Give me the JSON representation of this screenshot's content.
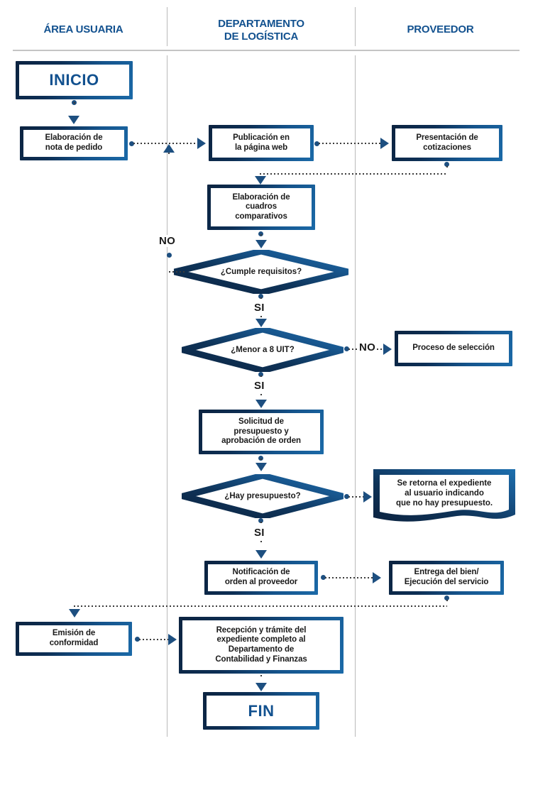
{
  "lanes": [
    {
      "title": "ÁREA USUARIA"
    },
    {
      "title": "DEPARTAMENTO\nDE LOGÍSTICA"
    },
    {
      "title": "PROVEEDOR"
    }
  ],
  "lane_titles": {
    "area_usuaria": "ÁREA USUARIA",
    "departamento_line1": "DEPARTAMENTO",
    "departamento_line2": "DE LOGÍSTICA",
    "proveedor": "PROVEEDOR"
  },
  "nodes": {
    "inicio": "INICIO",
    "nota_pedido_l1": "Elaboración de",
    "nota_pedido_l2": "nota de pedido",
    "publicacion_l1": "Publicación en",
    "publicacion_l2": "la página web",
    "cotizaciones_l1": "Presentación de",
    "cotizaciones_l2": "cotizaciones",
    "cuadros_l1": "Elaboración de",
    "cuadros_l2": "cuadros",
    "cuadros_l3": "comparativos",
    "cumple_requisitos": "¿Cumple requisitos?",
    "menor_8uit": "¿Menor a 8 UIT?",
    "proceso_seleccion": "Proceso de selección",
    "solicitud_l1": "Solicitud de",
    "solicitud_l2": "presupuesto y",
    "solicitud_l3": "aprobación de orden",
    "hay_presupuesto": "¿Hay presupuesto?",
    "retorna_l1": "Se retorna el expediente",
    "retorna_l2": "al usuario indicando",
    "retorna_l3": "que no hay presupuesto.",
    "notificacion_l1": "Notificación de",
    "notificacion_l2": "orden al proveedor",
    "entrega_l1": "Entrega del bien/",
    "entrega_l2": "Ejecución del servicio",
    "emision_l1": "Emisión de",
    "emision_l2": "conformidad",
    "recepcion_l1": "Recepción y trámite del",
    "recepcion_l2": "expediente completo al",
    "recepcion_l3": "Departamento de",
    "recepcion_l4": "Contabilidad y Finanzas",
    "fin": "FIN"
  },
  "branch_labels": {
    "no_requisitos": "NO",
    "si_requisitos": "SI",
    "no_uit": "NO",
    "si_uit": "SI",
    "si_presupuesto": "SI"
  },
  "colors": {
    "header_text": "#12518f",
    "frame_dark": "#0c2340",
    "frame_light": "#1b6aa8",
    "terminal_text": "#12518f",
    "connector": "#3b3b3b",
    "arrow": "#1d4f80",
    "divider": "#b9b9b9",
    "body_text": "#1a1a1a",
    "background": "#ffffff"
  },
  "chart_data": {
    "type": "diagram",
    "title": "Flujograma de proceso de contratación",
    "lanes": [
      "ÁREA USUARIA",
      "DEPARTAMENTO DE LOGÍSTICA",
      "PROVEEDOR"
    ],
    "steps": [
      {
        "id": "inicio",
        "lane": "ÁREA USUARIA",
        "shape": "terminal",
        "label": "INICIO"
      },
      {
        "id": "nota_pedido",
        "lane": "ÁREA USUARIA",
        "shape": "process",
        "label": "Elaboración de nota de pedido"
      },
      {
        "id": "publicacion",
        "lane": "DEPARTAMENTO DE LOGÍSTICA",
        "shape": "process",
        "label": "Publicación en la página web"
      },
      {
        "id": "cotizaciones",
        "lane": "PROVEEDOR",
        "shape": "process",
        "label": "Presentación de cotizaciones"
      },
      {
        "id": "cuadros",
        "lane": "DEPARTAMENTO DE LOGÍSTICA",
        "shape": "process",
        "label": "Elaboración de cuadros comparativos"
      },
      {
        "id": "cumple_requisitos",
        "lane": "DEPARTAMENTO DE LOGÍSTICA",
        "shape": "decision",
        "label": "¿Cumple requisitos?"
      },
      {
        "id": "menor_8uit",
        "lane": "DEPARTAMENTO DE LOGÍSTICA",
        "shape": "decision",
        "label": "¿Menor a 8 UIT?"
      },
      {
        "id": "proceso_seleccion",
        "lane": "PROVEEDOR",
        "shape": "process",
        "label": "Proceso de selección"
      },
      {
        "id": "solicitud",
        "lane": "DEPARTAMENTO DE LOGÍSTICA",
        "shape": "process",
        "label": "Solicitud de presupuesto y aprobación de orden"
      },
      {
        "id": "hay_presupuesto",
        "lane": "DEPARTAMENTO DE LOGÍSTICA",
        "shape": "decision",
        "label": "¿Hay presupuesto?"
      },
      {
        "id": "retorna",
        "lane": "PROVEEDOR",
        "shape": "document",
        "label": "Se retorna el expediente al usuario indicando que no hay presupuesto."
      },
      {
        "id": "notificacion",
        "lane": "DEPARTAMENTO DE LOGÍSTICA",
        "shape": "process",
        "label": "Notificación de orden al proveedor"
      },
      {
        "id": "entrega",
        "lane": "PROVEEDOR",
        "shape": "process",
        "label": "Entrega del bien/ Ejecución del servicio"
      },
      {
        "id": "emision",
        "lane": "ÁREA USUARIA",
        "shape": "process",
        "label": "Emisión de conformidad"
      },
      {
        "id": "recepcion",
        "lane": "DEPARTAMENTO DE LOGÍSTICA",
        "shape": "process",
        "label": "Recepción y trámite del expediente completo al Departamento de Contabilidad y Finanzas"
      },
      {
        "id": "fin",
        "lane": "DEPARTAMENTO DE LOGÍSTICA",
        "shape": "terminal",
        "label": "FIN"
      }
    ],
    "edges": [
      {
        "from": "inicio",
        "to": "nota_pedido",
        "label": ""
      },
      {
        "from": "nota_pedido",
        "to": "publicacion",
        "label": ""
      },
      {
        "from": "publicacion",
        "to": "cotizaciones",
        "label": ""
      },
      {
        "from": "cotizaciones",
        "to": "cuadros",
        "label": ""
      },
      {
        "from": "cuadros",
        "to": "cumple_requisitos",
        "label": ""
      },
      {
        "from": "cumple_requisitos",
        "to": "publicacion",
        "label": "NO"
      },
      {
        "from": "cumple_requisitos",
        "to": "menor_8uit",
        "label": "SI"
      },
      {
        "from": "menor_8uit",
        "to": "proceso_seleccion",
        "label": "NO"
      },
      {
        "from": "menor_8uit",
        "to": "solicitud",
        "label": "SI"
      },
      {
        "from": "solicitud",
        "to": "hay_presupuesto",
        "label": ""
      },
      {
        "from": "hay_presupuesto",
        "to": "retorna",
        "label": ""
      },
      {
        "from": "hay_presupuesto",
        "to": "notificacion",
        "label": "SI"
      },
      {
        "from": "notificacion",
        "to": "entrega",
        "label": ""
      },
      {
        "from": "entrega",
        "to": "emision",
        "label": ""
      },
      {
        "from": "emision",
        "to": "recepcion",
        "label": ""
      },
      {
        "from": "recepcion",
        "to": "fin",
        "label": ""
      }
    ]
  }
}
